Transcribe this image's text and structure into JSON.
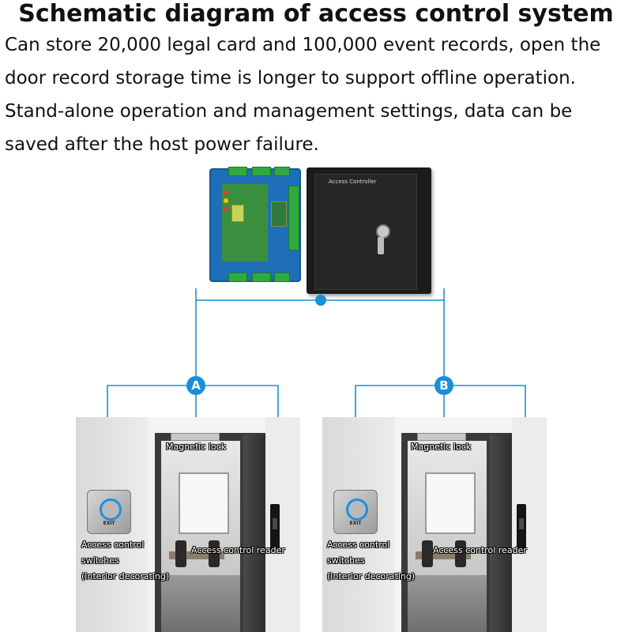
{
  "title": "Schematic diagram of access control system",
  "description": [
    "Can store 20,000 legal card and 100,000 event records, open the",
    "door record storage time is longer to support offline operation.",
    "Stand-alone operation and management settings, data can be",
    "saved after the host power failure."
  ],
  "controller": {
    "box_label": "Access Controller"
  },
  "colors": {
    "wire": "#1a8fd8",
    "marker": "#1a8fd8"
  },
  "scenes": [
    {
      "marker": "A",
      "magnetic_lock": "Magnetic lock",
      "exit_text": "EXIT",
      "switch_label": [
        "Access control",
        "switches",
        "(interior decorating)"
      ],
      "reader_label": "Access control reader"
    },
    {
      "marker": "B",
      "magnetic_lock": "Magnetic lock",
      "exit_text": "EXIT",
      "switch_label": [
        "Access control",
        "switches",
        "(interior decorating)"
      ],
      "reader_label": "Access control reader"
    }
  ]
}
